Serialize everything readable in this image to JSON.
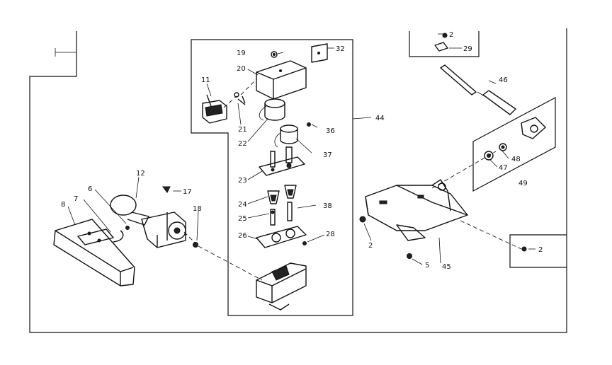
{
  "labels": {
    "l2a": "2",
    "l29": "29",
    "l19": "19",
    "l32": "32",
    "l20": "20",
    "l11": "11",
    "l21": "21",
    "l22": "22",
    "l36": "36",
    "l37": "37",
    "l44": "44",
    "l46": "46",
    "l48": "48",
    "l47": "47",
    "l49": "49",
    "l23": "23",
    "l12": "12",
    "l6": "6",
    "l8": "8",
    "l7": "7",
    "l17": "17",
    "l18": "18",
    "l24": "24",
    "l38": "38",
    "l25": "25",
    "l26": "26",
    "l28": "28",
    "l2b": "2",
    "l2c": "2",
    "l5": "5",
    "l45": "45"
  }
}
